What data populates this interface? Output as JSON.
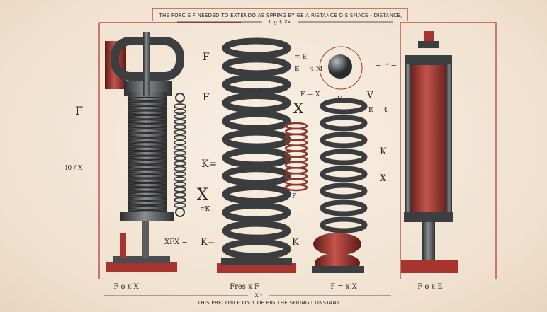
{
  "header": {
    "caption": "THE FORC E F NEEDED TO EXTENDO AS SPRING BY GE A RISTANCE O SISMACE - DISTANCE,",
    "subcaption": "Ing $ Xx"
  },
  "footer": {
    "formulas": [
      "F o x X",
      "Fres x F",
      "F = x X",
      "F o x E"
    ],
    "mark": "X *",
    "caption": "THIS PRECONCE ON Y OF BIG THE SPRING CONSTANT."
  },
  "labels": {
    "left_f": "F",
    "left_frac": "I0 / X",
    "mid_f1": "F",
    "mid_f2": "F",
    "k_eq": "K=",
    "big_x": "X",
    "k_eq2": "=K",
    "xfx": "XFX =",
    "k_eq3": "K=",
    "center_x": "X",
    "eq_top1": "= E",
    "eq_top2": "E — 4 M",
    "ball_eq": "= F =",
    "ball_v": "V",
    "right_v": "V",
    "right_eq": "E — 4",
    "right_k": "K",
    "right_x": "X",
    "center_k": "K",
    "center_f": "F",
    "center_fx": "F — X"
  },
  "colors": {
    "background": "#f3e6d6",
    "accent_red": "#a8342f",
    "metal_dark": "#3c3f41",
    "metal_mid": "#6b6e70",
    "copper": "#8a3a2c"
  }
}
